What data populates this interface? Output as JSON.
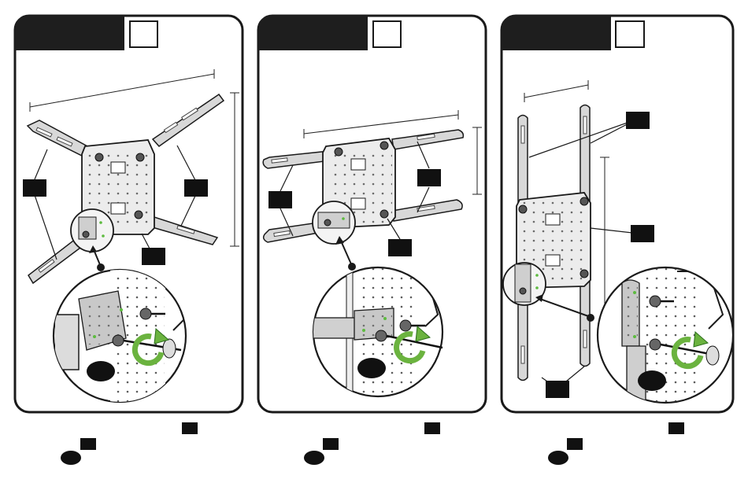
{
  "panels": [
    {
      "id": "panel-1",
      "header_label": "",
      "step_box_label": "",
      "callout_labels": [
        "",
        "",
        ""
      ],
      "badge_label": ""
    },
    {
      "id": "panel-2",
      "header_label": "",
      "step_box_label": "",
      "callout_labels": [
        "",
        "",
        ""
      ],
      "badge_label": ""
    },
    {
      "id": "panel-3",
      "header_label": "",
      "step_box_label": "",
      "callout_labels": [
        "",
        "",
        ""
      ],
      "badge_label": ""
    }
  ],
  "colors": {
    "outline": "#1a1a1a",
    "header": "#1e1e1e",
    "metal": "#d8d8d8",
    "metal_dark": "#bdbdbd",
    "green_arrow": "#6bb33f",
    "green_dot": "#5dbb3f",
    "black_callout": "#111111"
  },
  "icons": [
    "rotate-arrow-icon",
    "screw-icon",
    "bracket-icon",
    "arm-icon",
    "zoom-circle-icon"
  ]
}
